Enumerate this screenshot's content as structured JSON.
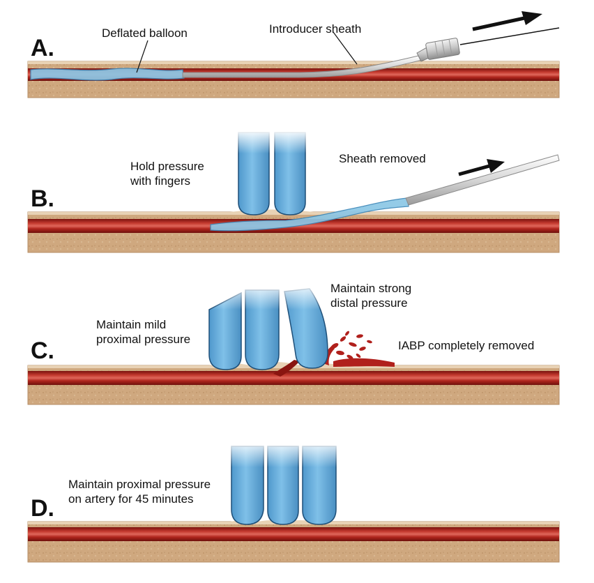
{
  "panels": [
    {
      "letter": "A.",
      "labels": [
        "Deflated balloon",
        "Introducer sheath"
      ]
    },
    {
      "letter": "B.",
      "labels": [
        "Hold pressure",
        "with fingers",
        "Sheath removed"
      ]
    },
    {
      "letter": "C.",
      "labels": [
        "Maintain mild",
        "proximal pressure",
        "Maintain strong",
        "distal pressure",
        "IABP completely removed"
      ]
    },
    {
      "letter": "D.",
      "labels": [
        "Maintain proximal pressure",
        "on artery for 45 minutes"
      ]
    }
  ],
  "colors": {
    "tissue": "#c9a27a",
    "tissue_light": "#dcbf9c",
    "skin": "#e8cfae",
    "artery": "#a8201a",
    "artery_dark": "#7a120e",
    "artery_highlight": "#d9534a",
    "glove": "#6fb2df",
    "glove_dark": "#2c6c9c",
    "balloon": "#8cc7e6",
    "sheath": "#e2e2e2",
    "blood": "#b0201c",
    "arrow": "#111111"
  }
}
